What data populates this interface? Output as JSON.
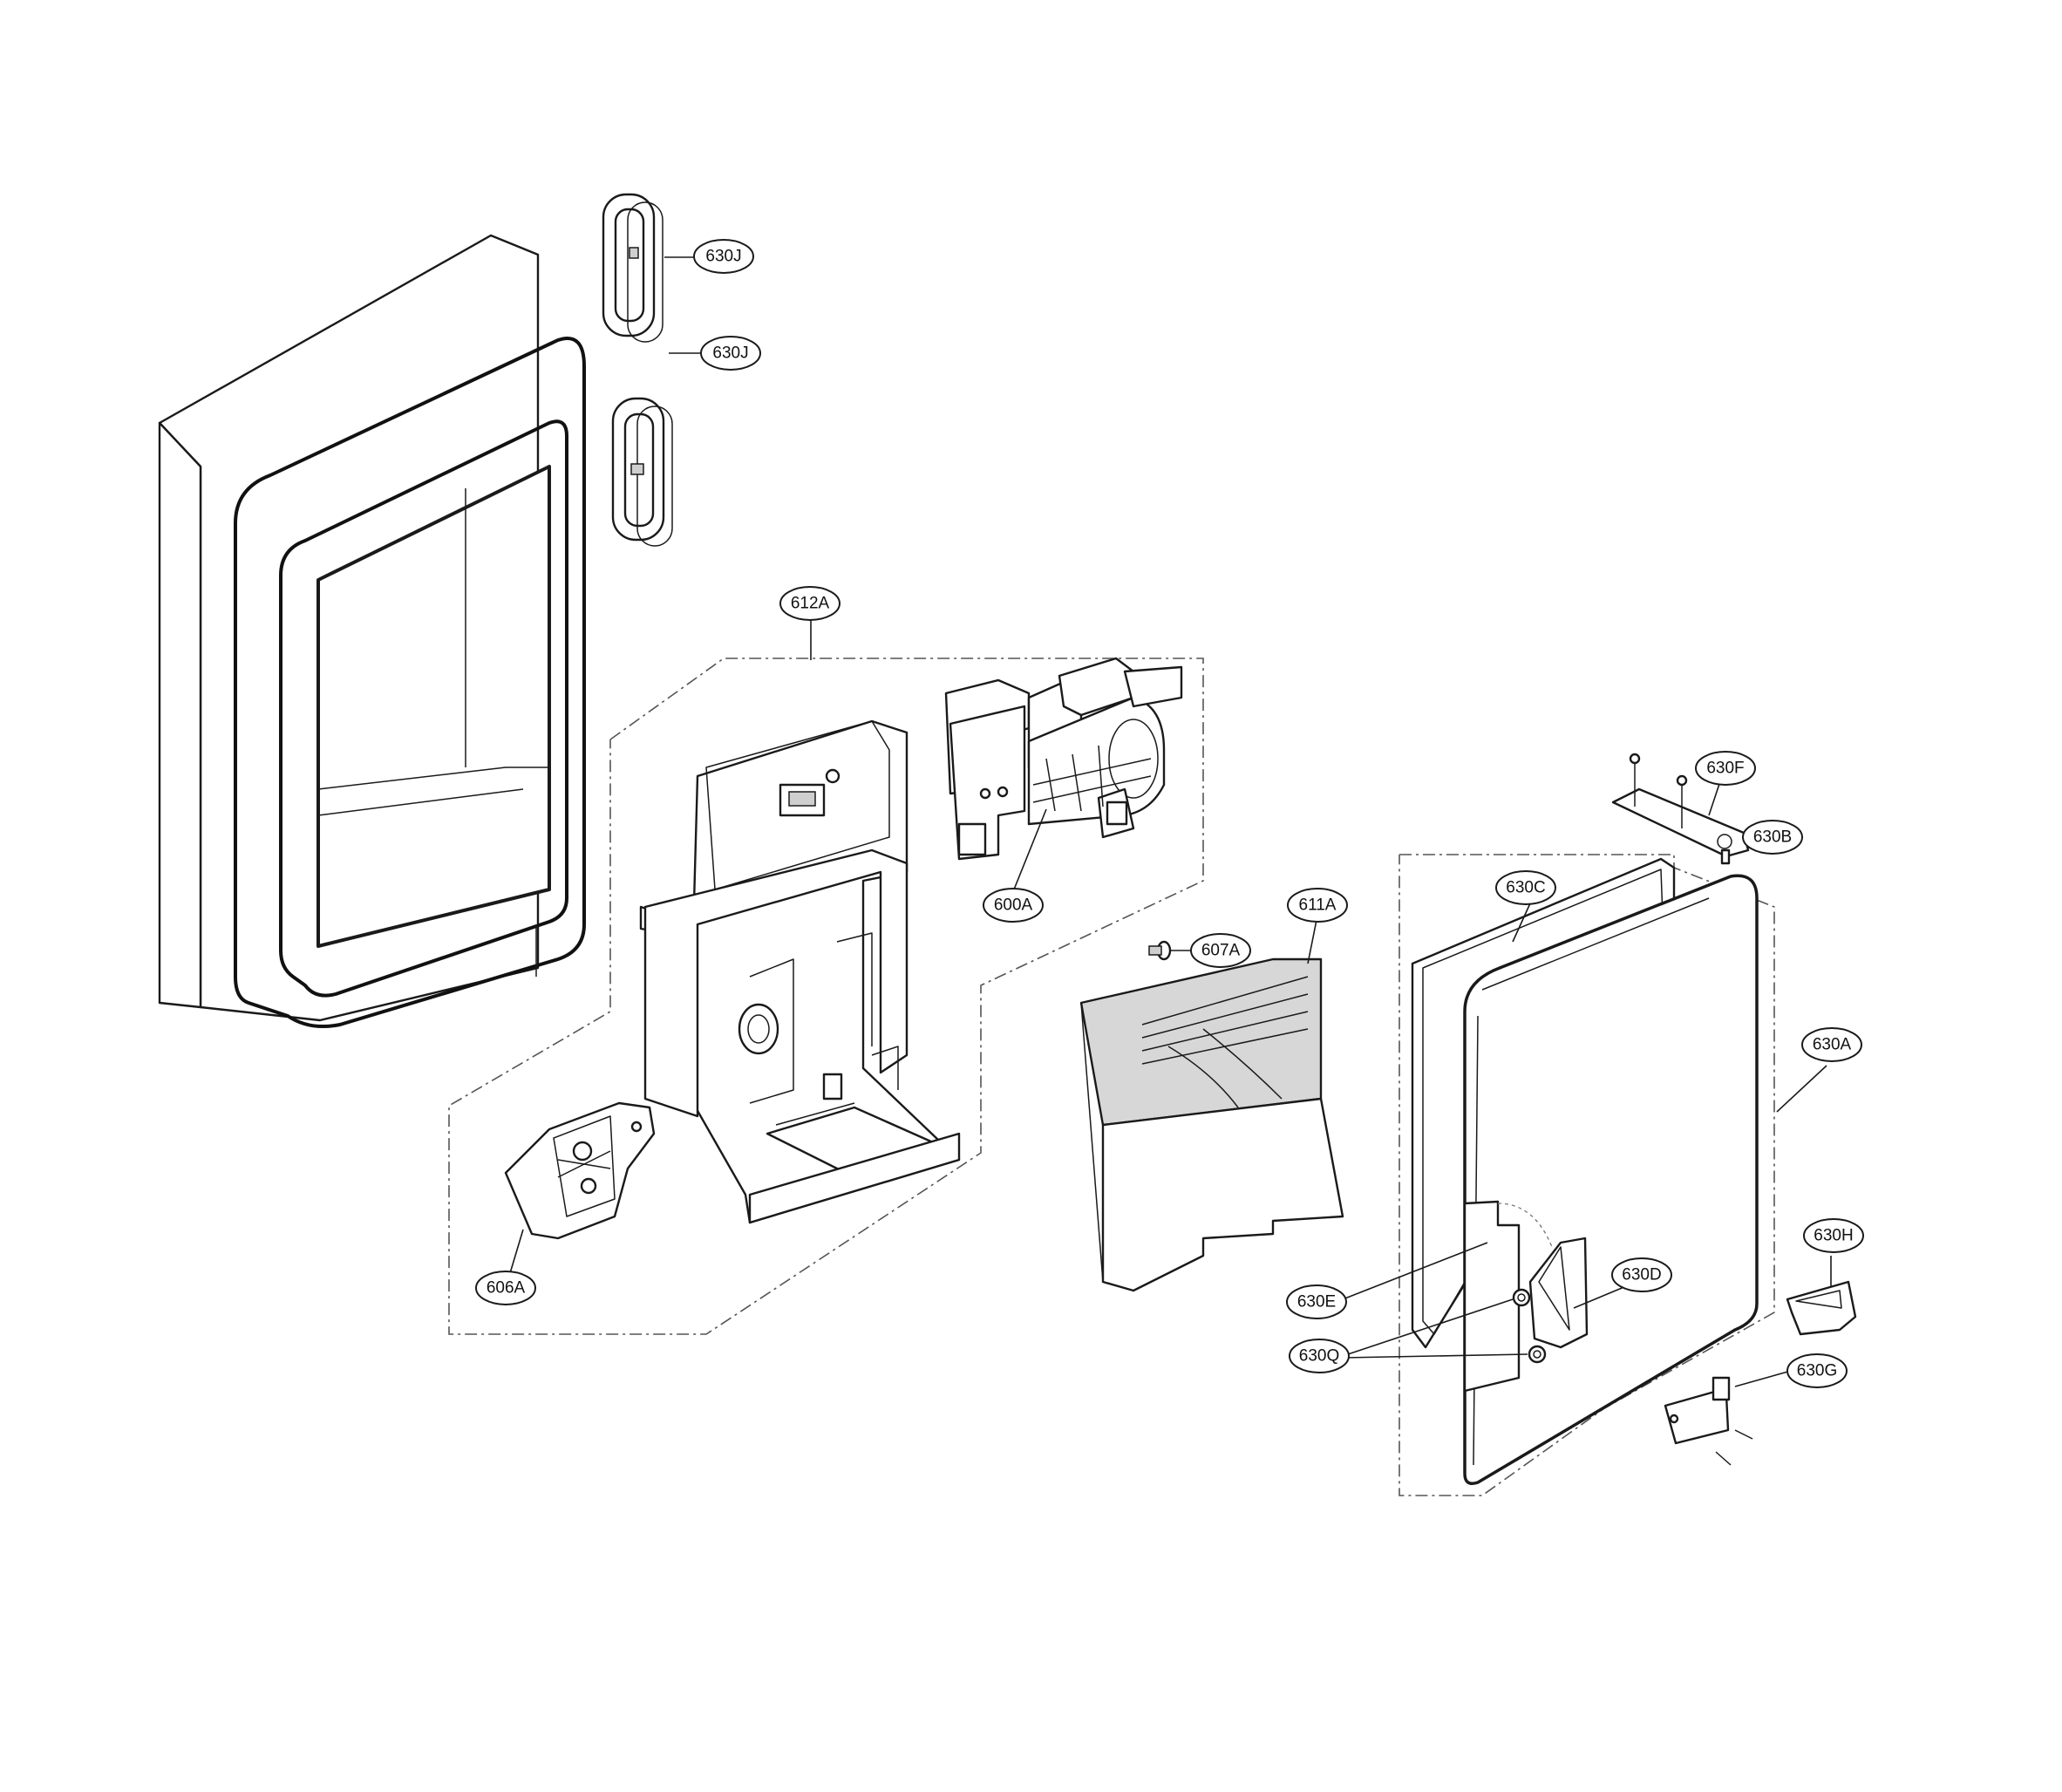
{
  "diagram": {
    "callouts": [
      {
        "id": "630J-top",
        "label": "630J"
      },
      {
        "id": "630J-bottom",
        "label": "630J"
      },
      {
        "id": "612A",
        "label": "612A"
      },
      {
        "id": "600A",
        "label": "600A"
      },
      {
        "id": "611A",
        "label": "611A"
      },
      {
        "id": "607A",
        "label": "607A"
      },
      {
        "id": "606A",
        "label": "606A"
      },
      {
        "id": "630F",
        "label": "630F"
      },
      {
        "id": "630B",
        "label": "630B"
      },
      {
        "id": "630C",
        "label": "630C"
      },
      {
        "id": "630A",
        "label": "630A"
      },
      {
        "id": "630H",
        "label": "630H"
      },
      {
        "id": "630D",
        "label": "630D"
      },
      {
        "id": "630E",
        "label": "630E"
      },
      {
        "id": "630Q",
        "label": "630Q"
      },
      {
        "id": "630G",
        "label": "630G"
      }
    ]
  }
}
